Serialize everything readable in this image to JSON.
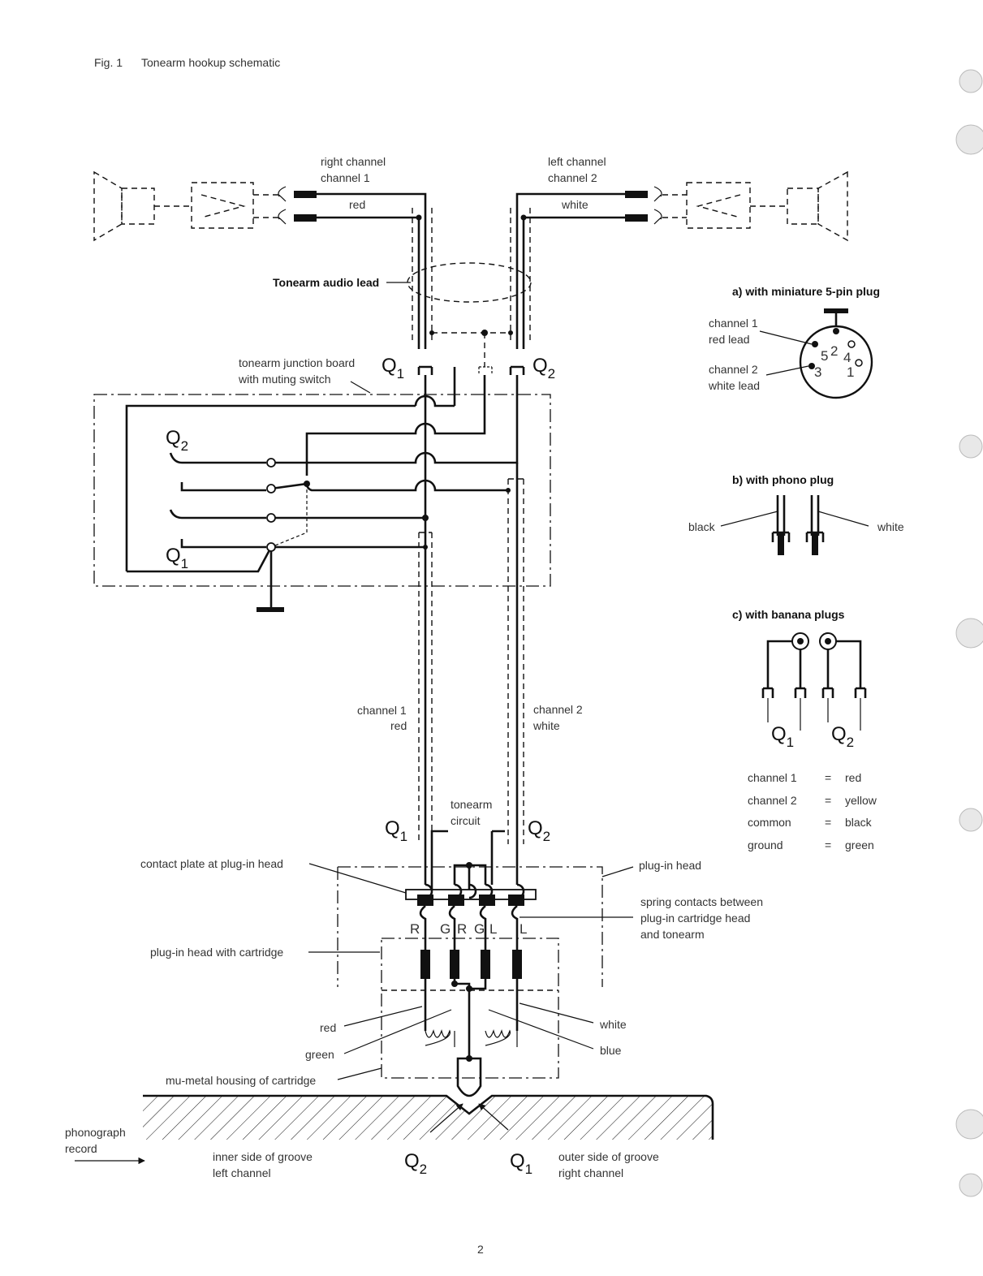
{
  "figure": {
    "number": "Fig. 1",
    "title": "Tonearm hookup schematic",
    "page_number": "2"
  },
  "top": {
    "right_channel": [
      "right channel",
      "channel 1"
    ],
    "left_channel": [
      "left channel",
      "channel 2"
    ],
    "red": "red",
    "white": "white",
    "audio_lead": "Tonearm audio lead",
    "junction_board": [
      "tonearm junction board",
      "with muting switch"
    ]
  },
  "q": {
    "letter": "Q",
    "s1": "1",
    "s2": "2"
  },
  "arm": {
    "ch1": [
      "channel 1",
      "red"
    ],
    "ch2": [
      "channel 2",
      "white"
    ],
    "circuit": [
      "tonearm",
      "circuit"
    ]
  },
  "head": {
    "contact_plate": "contact plate at plug-in head",
    "plugin_head": "plug-in head",
    "spring": [
      "spring contacts between",
      "plug-in cartridge head",
      "and tonearm"
    ],
    "with_cartridge": "plug-in head with cartridge",
    "pins": [
      "R",
      "G",
      "R",
      "G",
      "L",
      "L"
    ],
    "red": "red",
    "green": "green",
    "white": "white",
    "blue": "blue",
    "mu_metal": "mu-metal housing of cartridge"
  },
  "record": {
    "label": [
      "phonograph",
      "record"
    ],
    "inner": [
      "inner side of groove",
      "left channel"
    ],
    "outer": [
      "outer side of groove",
      "right channel"
    ]
  },
  "plug_a": {
    "title": "a)  with miniature 5-pin plug",
    "ch1": [
      "channel 1",
      "red lead"
    ],
    "ch2": [
      "channel 2",
      "white lead"
    ],
    "pins": [
      "5",
      "2",
      "4",
      "3",
      "1"
    ]
  },
  "plug_b": {
    "title": "b)  with phono plug",
    "black": "black",
    "white": "white"
  },
  "plug_c": {
    "title": "c)  with banana plugs",
    "legend": [
      {
        "name": "channel 1",
        "eq": "=",
        "color": "red"
      },
      {
        "name": "channel 2",
        "eq": "=",
        "color": "yellow"
      },
      {
        "name": "common",
        "eq": "=",
        "color": "black"
      },
      {
        "name": "ground",
        "eq": "=",
        "color": "green"
      }
    ]
  }
}
